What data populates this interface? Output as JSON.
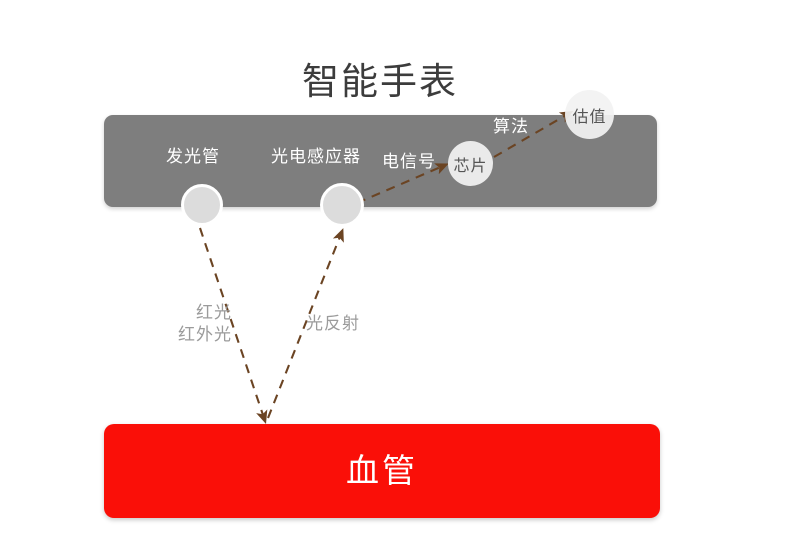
{
  "diagram": {
    "title": "智能手表",
    "background_color": "#ffffff",
    "title_color": "#3c3c3c"
  },
  "watch": {
    "band_color": "#7e7e7e",
    "components": [
      {
        "id": "led",
        "label": "发光管",
        "shape": "circle",
        "fill": "#dcdcdc"
      },
      {
        "id": "sensor",
        "label": "光电感应器",
        "shape": "circle",
        "fill": "#dcdcdc"
      }
    ],
    "flow_labels": {
      "electrical_signal": "电信号",
      "algorithm": "算法"
    },
    "nodes": [
      {
        "id": "chip",
        "label": "芯片",
        "fill": "#f2f2f2"
      },
      {
        "id": "estimate",
        "label": "估值",
        "fill": "#f2f2f2"
      }
    ]
  },
  "light_paths": {
    "emit_label_line1": "红光",
    "emit_label_line2": "红外光",
    "reflect_label": "光反射",
    "arrow_color": "#6b4423",
    "label_color": "#9b9b9b"
  },
  "vessel": {
    "label": "血管",
    "fill_color": "#fa0f08",
    "text_color": "#ffffff"
  }
}
